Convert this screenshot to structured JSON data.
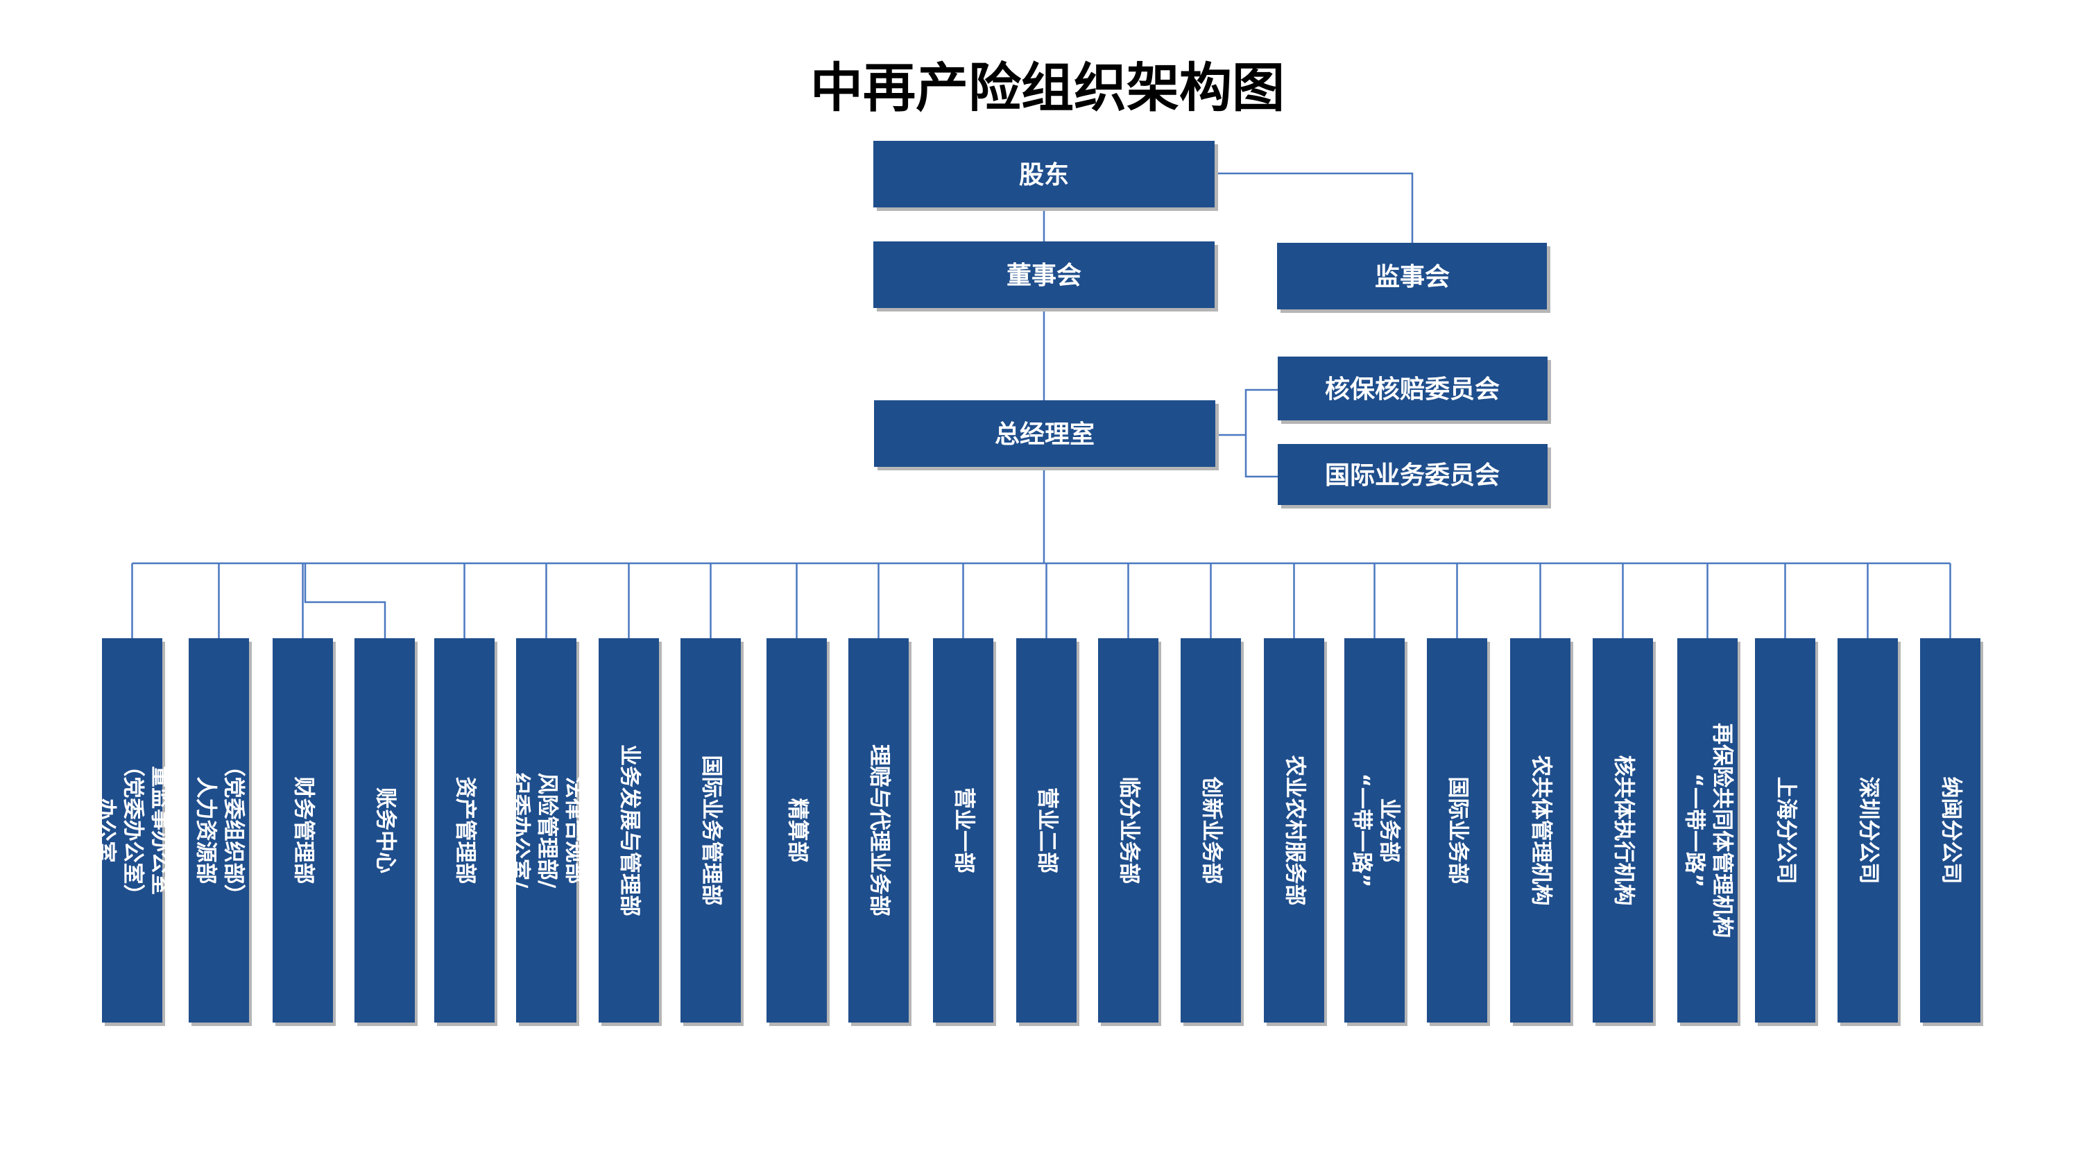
{
  "title": "中再产险组织架构图",
  "colors": {
    "box": "#1f4e8c",
    "line": "#4a78c0",
    "title": "#000000",
    "box_text": "#ffffff"
  },
  "top_nodes": {
    "shareholders": "股东",
    "board": "董事会",
    "supervisors": "监事会",
    "gm_office": "总经理室",
    "underwriting_committee": "核保核赔委员会",
    "intl_committee": "国际业务委员会"
  },
  "departments": [
    {
      "label": "办公室\n（党委办公室）\n董监事办公室"
    },
    {
      "label": "人力资源部\n（党委组织部）"
    },
    {
      "label": "财务管理部"
    },
    {
      "label": "账务中心"
    },
    {
      "label": "资产管理部"
    },
    {
      "label": "纪委办公室/\n风险管理部/\n法律合规部"
    },
    {
      "label": "业务发展与管理部"
    },
    {
      "label": "国际业务管理部"
    },
    {
      "label": "精算部"
    },
    {
      "label": "理赔与代理业务部"
    },
    {
      "label": "营业一部"
    },
    {
      "label": "营业二部"
    },
    {
      "label": "临分业务部"
    },
    {
      "label": "创新业务部"
    },
    {
      "label": "农业农村服务部"
    },
    {
      "label": "“一带一路”\n业务部"
    },
    {
      "label": "国际业务部"
    },
    {
      "label": "农共体管理机构"
    },
    {
      "label": "核共体执行机构"
    },
    {
      "label": "“一带一路”\n再保险共同体管理机构"
    },
    {
      "label": "上海分公司"
    },
    {
      "label": "深圳分公司"
    },
    {
      "label": "纳闽分公司"
    }
  ]
}
